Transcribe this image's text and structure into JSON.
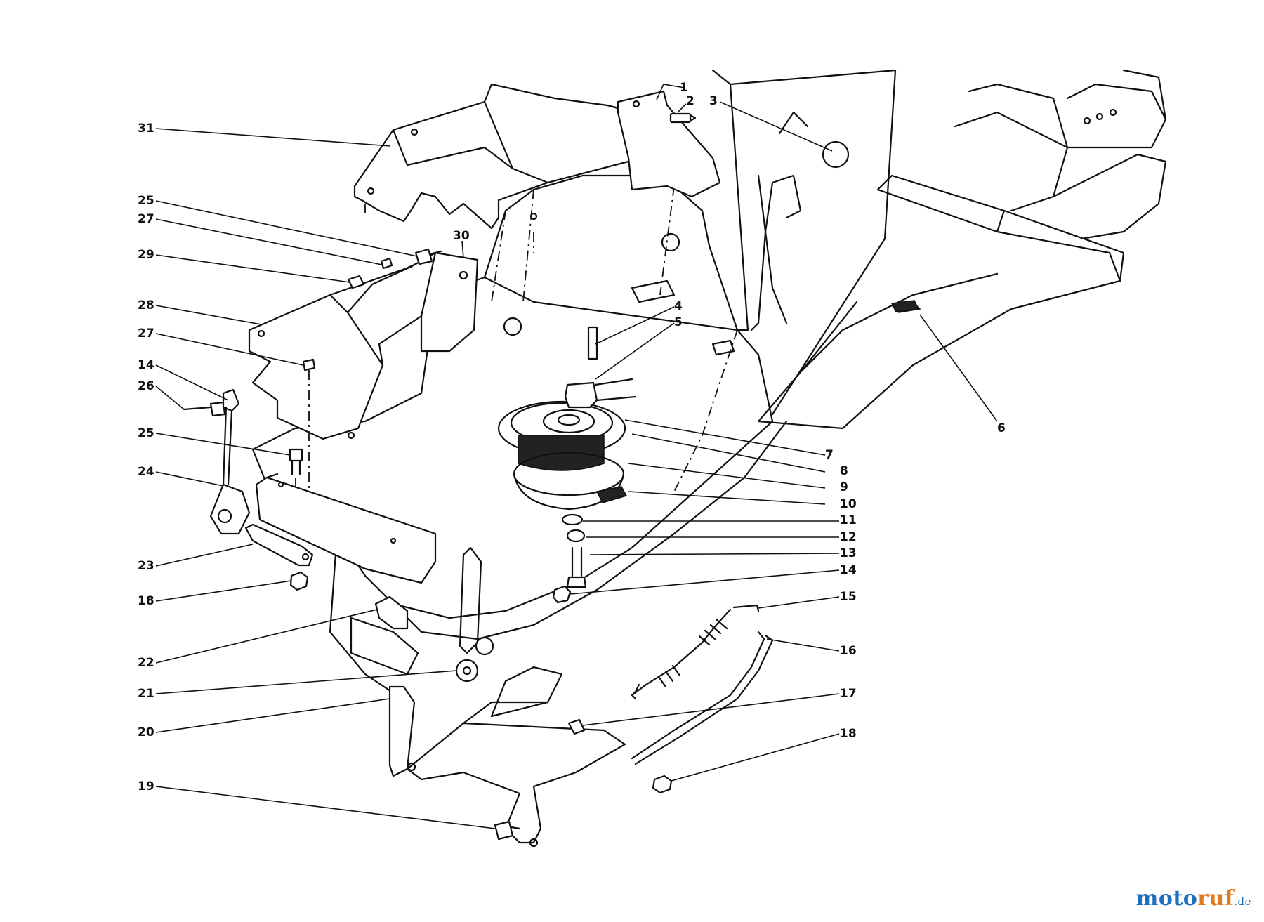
{
  "callouts": [
    {
      "id": "c1",
      "text": "1"
    },
    {
      "id": "c2",
      "text": "2"
    },
    {
      "id": "c3",
      "text": "3"
    },
    {
      "id": "c4",
      "text": "4"
    },
    {
      "id": "c5",
      "text": "5"
    },
    {
      "id": "c6",
      "text": "6"
    },
    {
      "id": "c7",
      "text": "7"
    },
    {
      "id": "c8",
      "text": "8"
    },
    {
      "id": "c9",
      "text": "9"
    },
    {
      "id": "c10",
      "text": "10"
    },
    {
      "id": "c11",
      "text": "11"
    },
    {
      "id": "c12",
      "text": "12"
    },
    {
      "id": "c13",
      "text": "13"
    },
    {
      "id": "c14r",
      "text": "14"
    },
    {
      "id": "c15",
      "text": "15"
    },
    {
      "id": "c16",
      "text": "16"
    },
    {
      "id": "c17",
      "text": "17"
    },
    {
      "id": "c18r",
      "text": "18"
    },
    {
      "id": "c31",
      "text": "31"
    },
    {
      "id": "c25a",
      "text": "25"
    },
    {
      "id": "c27a",
      "text": "27"
    },
    {
      "id": "c30",
      "text": "30"
    },
    {
      "id": "c29",
      "text": "29"
    },
    {
      "id": "c28",
      "text": "28"
    },
    {
      "id": "c27b",
      "text": "27"
    },
    {
      "id": "c14l",
      "text": "14"
    },
    {
      "id": "c26",
      "text": "26"
    },
    {
      "id": "c25b",
      "text": "25"
    },
    {
      "id": "c24",
      "text": "24"
    },
    {
      "id": "c23",
      "text": "23"
    },
    {
      "id": "c18l",
      "text": "18"
    },
    {
      "id": "c22",
      "text": "22"
    },
    {
      "id": "c21",
      "text": "21"
    },
    {
      "id": "c20",
      "text": "20"
    },
    {
      "id": "c19",
      "text": "19"
    }
  ],
  "watermark": {
    "part1": "moto",
    "part2": "ruf",
    "suffix": ".de"
  }
}
